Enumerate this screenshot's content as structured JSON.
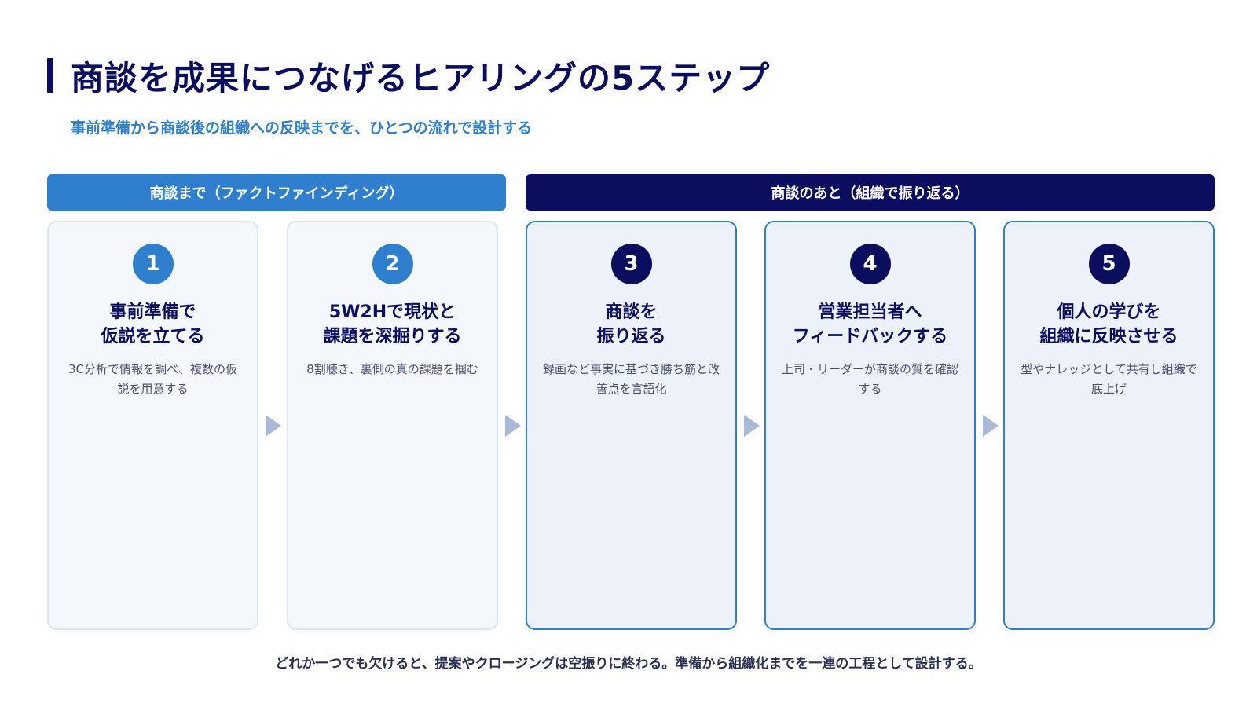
{
  "header": {
    "title": "商談を成果につなげるヒアリングの5ステップ",
    "subtitle": "事前準備から商談後の組織への反映までを、ひとつの流れで設計する"
  },
  "phases": {
    "before": "商談まで（ファクトファインディング）",
    "after": "商談のあと（組織で振り返る）"
  },
  "steps": [
    {
      "number": "1",
      "title_line1": "事前準備で",
      "title_line2": "仮説を立てる",
      "description": "3C分析で情報を調べ、複数の仮説を用意する"
    },
    {
      "number": "2",
      "title_line1": "5W2Hで現状と",
      "title_line2": "課題を深掘りする",
      "description": "8割聴き、裏側の真の課題を掴む"
    },
    {
      "number": "3",
      "title_line1": "商談を",
      "title_line2": "振り返る",
      "description": "録画など事実に基づき勝ち筋と改善点を言語化"
    },
    {
      "number": "4",
      "title_line1": "営業担当者へ",
      "title_line2": "フィードバックする",
      "description": "上司・リーダーが商談の質を確認する"
    },
    {
      "number": "5",
      "title_line1": "個人の学びを",
      "title_line2": "組織に反映させる",
      "description": "型やナレッジとして共有し組織で底上げ"
    }
  ],
  "footer": {
    "text": "どれか一つでも欠けると、提案やクロージングは空振りに終わる。準備から組織化までを一連の工程として設計する。"
  },
  "colors": {
    "navy": "#0b0e5e",
    "blue": "#2f7fce",
    "card_before_bg": "#f4f7fb",
    "card_after_bg": "#edf2fa",
    "arrow": "#aab9d8"
  }
}
